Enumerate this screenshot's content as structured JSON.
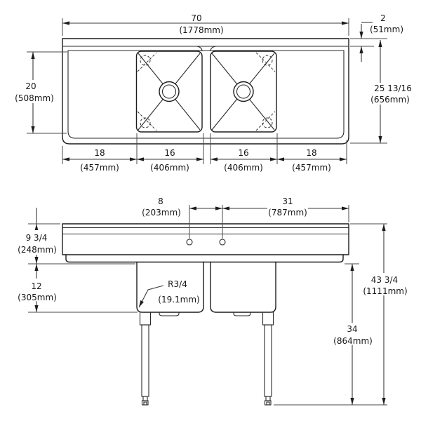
{
  "style": {
    "line_color": "#1c1c1c",
    "dimension_color": "#3a3a3a",
    "background": "#ffffff"
  },
  "drawing": {
    "top_view": {
      "overall_width": {
        "in": "70",
        "mm": "(1778mm)"
      },
      "rear_ledge": {
        "in": "2",
        "mm": "(51mm)"
      },
      "bowl_front_to_back": {
        "in": "20",
        "mm": "(508mm)"
      },
      "overall_front_to_back": {
        "in": "25 13/16",
        "mm": "(656mm)"
      },
      "segments": [
        {
          "in": "18",
          "mm": "(457mm)"
        },
        {
          "in": "16",
          "mm": "(406mm)"
        },
        {
          "in": "16",
          "mm": "(406mm)"
        },
        {
          "in": "18",
          "mm": "(457mm)"
        }
      ]
    },
    "front_view": {
      "faucet_hole_spacing": {
        "in": "8",
        "mm": "(203mm)"
      },
      "hole_to_right_edge": {
        "in": "31",
        "mm": "(787mm)"
      },
      "top_section_height": {
        "in": "9 3/4",
        "mm": "(248mm)"
      },
      "bowl_depth": {
        "in": "12",
        "mm": "(305mm)"
      },
      "bowl_corner_radius": {
        "in": "R3/4",
        "mm": "(19.1mm)"
      },
      "overall_height": {
        "in": "43 3/4",
        "mm": "(1111mm)"
      },
      "underside_height": {
        "in": "34",
        "mm": "(864mm)"
      }
    }
  }
}
